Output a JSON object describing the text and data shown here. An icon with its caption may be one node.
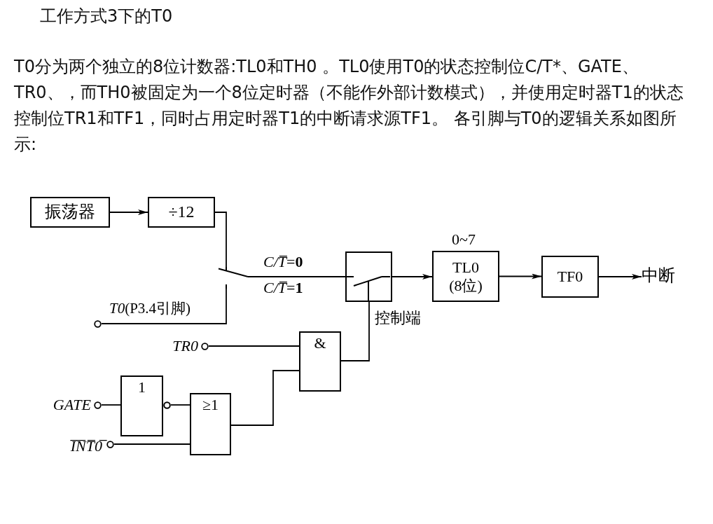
{
  "diagram": {
    "title": "工作方式3下的T0",
    "nodes": [
      {
        "text": [
          "振荡器"
        ]
      },
      {
        "text": [
          "÷12"
        ]
      },
      {
        "text": [],
        "shape": "switch",
        "beside": [
          "*C/T̅*=**0**",
          "*C/T̅*=**1**"
        ]
      },
      {
        "text": [],
        "shape": "box"
      },
      {
        "text": [
          "TL0 (8位)"
        ],
        "beside": [
          "0~7"
        ]
      },
      {
        "text": [
          "TF0"
        ]
      },
      {
        "text": [
          "中断"
        ]
      },
      {
        "text": [
          "*T0*(P3.4引脚)"
        ]
      },
      {
        "text": [
          "TR0"
        ]
      },
      {
        "text": [
          "&"
        ]
      },
      {
        "text": [
          "GATE"
        ]
      },
      {
        "text": [
          "1"
        ]
      },
      {
        "text": [
          "≥1"
        ]
      },
      {
        "text": [
          "I̅N̅T̅0̅"
        ]
      }
    ],
    "edges": [
      {
        "from": 0,
        "to": 1,
        "arrow": "to"
      },
      {
        "from": 1,
        "to": 2,
        "arrow": "none"
      },
      {
        "from": 7,
        "to": 2,
        "arrow": "none"
      },
      {
        "from": 2,
        "to": 3,
        "arrow": "none"
      },
      {
        "from": 3,
        "to": 4,
        "arrow": "to"
      },
      {
        "from": 4,
        "to": 5,
        "arrow": "to"
      },
      {
        "from": 5,
        "to": 6,
        "arrow": "to"
      },
      {
        "from": 8,
        "to": 9,
        "arrow": "none"
      },
      {
        "from": 10,
        "to": 11,
        "arrow": "none"
      },
      {
        "from": 11,
        "to": 12,
        "arrow": "none"
      },
      {
        "from": 13,
        "to": 12,
        "arrow": "none"
      },
      {
        "from": 12,
        "to": 9,
        "arrow": "none"
      },
      {
        "from": 9,
        "to": 3,
        "arrow": "none",
        "label": "控制端"
      }
    ],
    "labels": [
      "T0分为两个独立的8位计数器:TL0和TH0 。TL0使用T0的状态控制位C/T*、GATE、TR0、，而TH0被固定为一个8位定时器（不能作外部计数模式），并使用定时器T1的状态控制位TR1和TF1，同时占用定时器T1的中断请求源TF1。 各引脚与T0的逻辑关系如图所示:"
    ]
  }
}
